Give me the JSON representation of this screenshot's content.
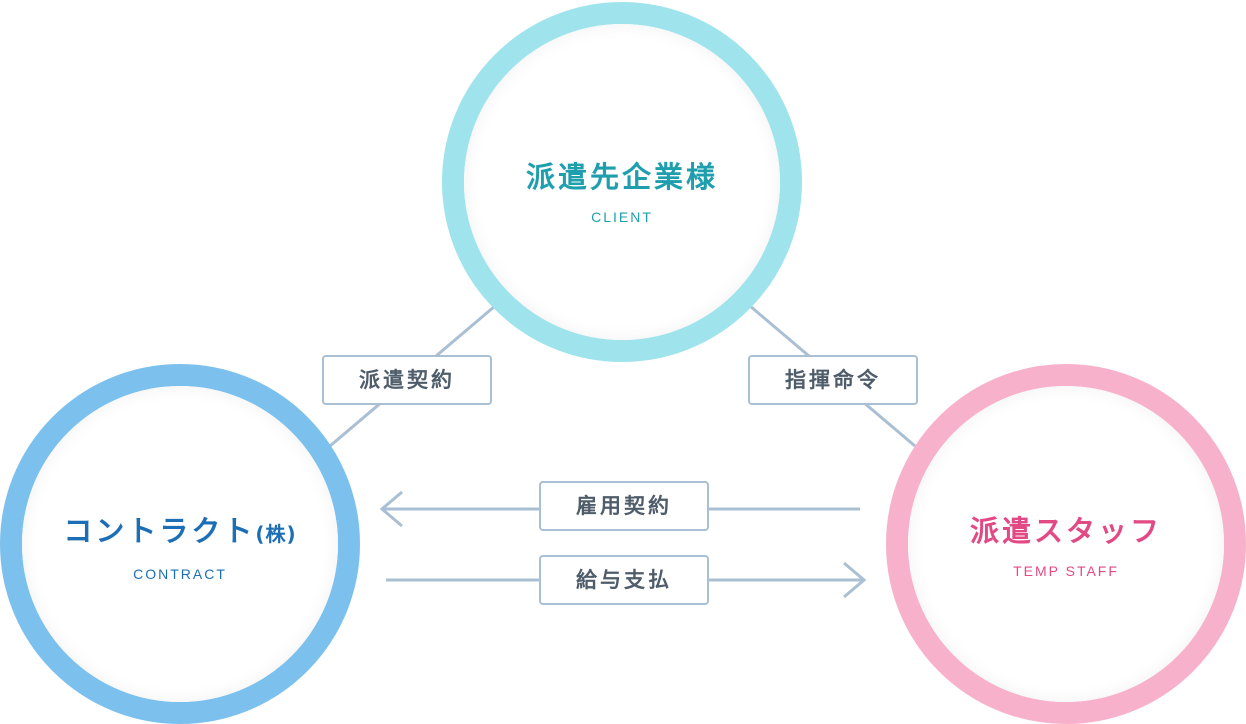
{
  "nodes": {
    "client": {
      "name": "派遣先企業様",
      "sub": "CLIENT",
      "color": "#9fe4ec",
      "text_color": "#1f9fae"
    },
    "contract": {
      "name": "コントラクト",
      "name_suffix": "(株)",
      "sub": "CONTRACT",
      "color": "#7cc1ee",
      "text_color": "#1d6fb5"
    },
    "staff": {
      "name": "派遣スタッフ",
      "sub": "TEMP STAFF",
      "color": "#f7b1cb",
      "text_color": "#e24a86"
    }
  },
  "relations": {
    "client_contract": "派遣契約",
    "client_staff": "指揮命令",
    "staff_to_contract": "雇用契約",
    "contract_to_staff": "給与支払"
  },
  "line_color": "#a9bfd3"
}
